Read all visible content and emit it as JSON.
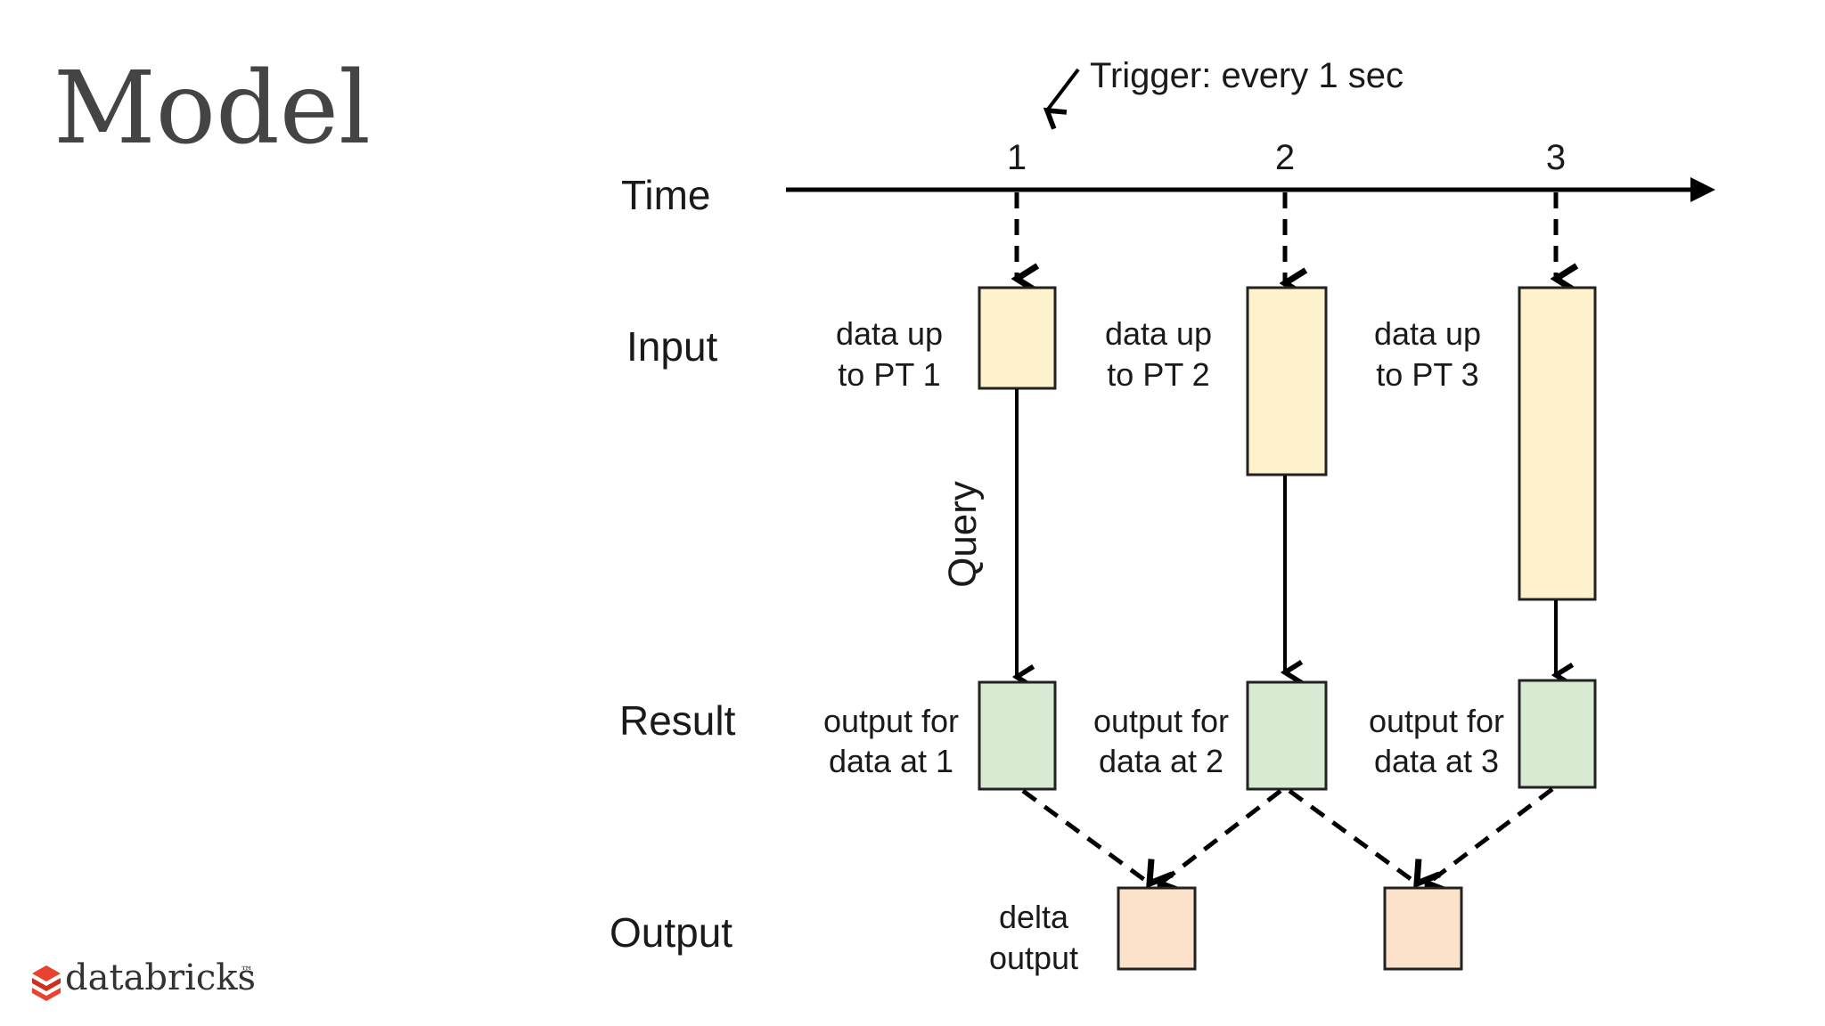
{
  "slide": {
    "title": "Model"
  },
  "trigger": {
    "label": "Trigger: every 1 sec"
  },
  "rows": {
    "time": "Time",
    "input": "Input",
    "result": "Result",
    "output": "Output"
  },
  "query_label": "Query",
  "ticks": [
    "1",
    "2",
    "3"
  ],
  "input_blocks": [
    {
      "line1": "data up",
      "line2": "to PT 1"
    },
    {
      "line1": "data up",
      "line2": "to PT 2"
    },
    {
      "line1": "data up",
      "line2": "to PT 3"
    }
  ],
  "result_blocks": [
    {
      "line1": "output for",
      "line2": "data at 1"
    },
    {
      "line1": "output for",
      "line2": "data at 2"
    },
    {
      "line1": "output for",
      "line2": "data at 3"
    }
  ],
  "output_block": {
    "line1": "delta",
    "line2": "output"
  },
  "brand": {
    "name": "databricks",
    "mark": "™"
  },
  "colors": {
    "input_fill": "#fdf2cc",
    "result_fill": "#d9ead3",
    "output_fill": "#fce1cb",
    "logo_red": "#e8432e"
  }
}
